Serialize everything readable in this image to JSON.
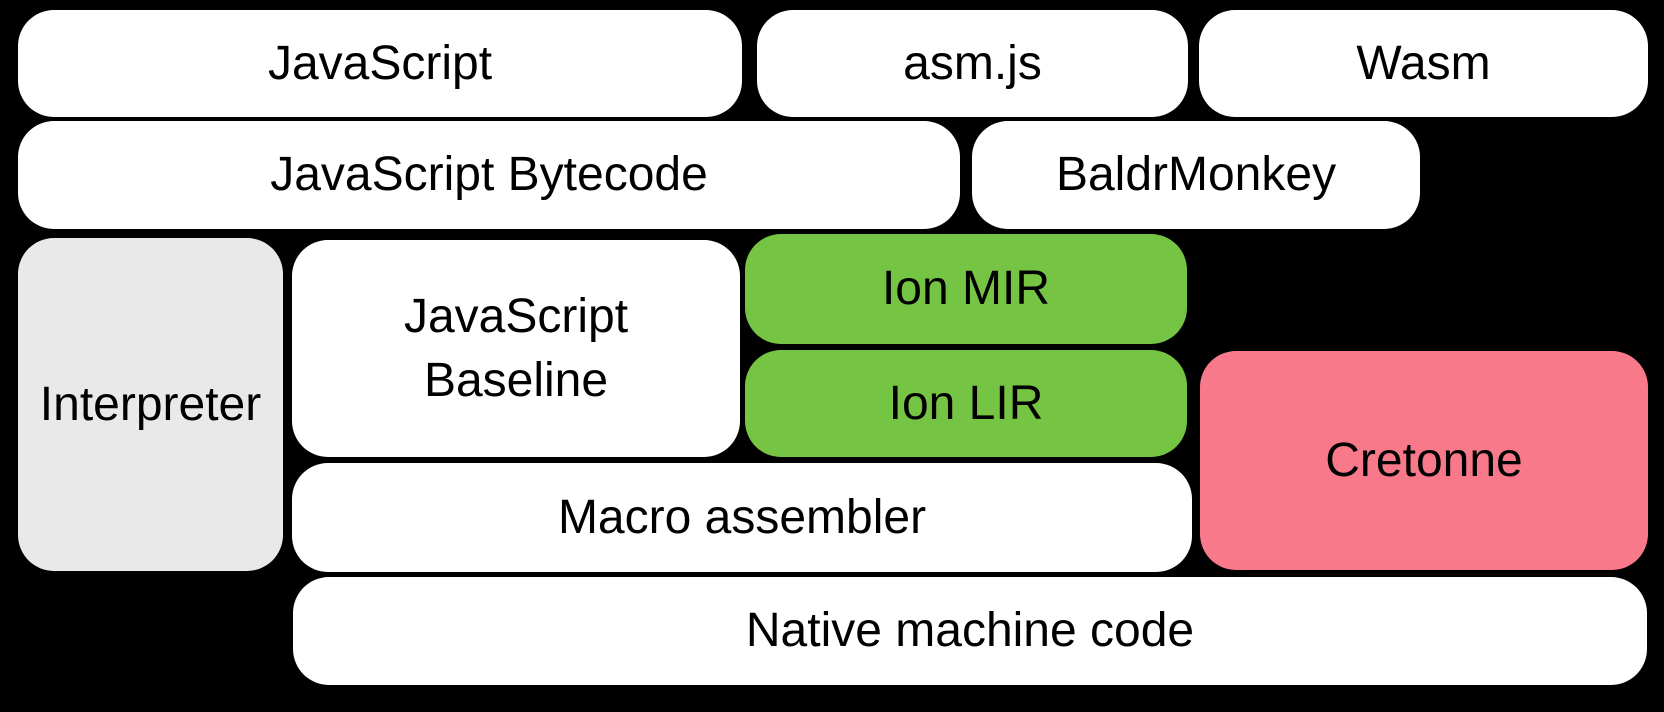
{
  "colors": {
    "background": "#000000",
    "node_white": "#ffffff",
    "node_gray": "#e9e9e9",
    "node_green": "#76c443",
    "node_pink": "#f7798a",
    "text": "#000000"
  },
  "diagram": {
    "type": "block-diagram",
    "nodes": [
      {
        "id": "javascript",
        "label": "JavaScript",
        "color_role": "white"
      },
      {
        "id": "asm-js",
        "label": "asm.js",
        "color_role": "white"
      },
      {
        "id": "wasm",
        "label": "Wasm",
        "color_role": "white"
      },
      {
        "id": "javascript-bytecode",
        "label": "JavaScript Bytecode",
        "color_role": "white"
      },
      {
        "id": "baldrmonkey",
        "label": "BaldrMonkey",
        "color_role": "white"
      },
      {
        "id": "interpreter",
        "label": "Interpreter",
        "color_role": "gray"
      },
      {
        "id": "javascript-baseline",
        "label": "JavaScript Baseline",
        "color_role": "white"
      },
      {
        "id": "ion-mir",
        "label": "Ion MIR",
        "color_role": "green"
      },
      {
        "id": "ion-lir",
        "label": "Ion LIR",
        "color_role": "green"
      },
      {
        "id": "cretonne",
        "label": "Cretonne",
        "color_role": "pink"
      },
      {
        "id": "macro-assembler",
        "label": "Macro assembler",
        "color_role": "white"
      },
      {
        "id": "native-machine-code",
        "label": "Native machine code",
        "color_role": "white"
      }
    ]
  }
}
